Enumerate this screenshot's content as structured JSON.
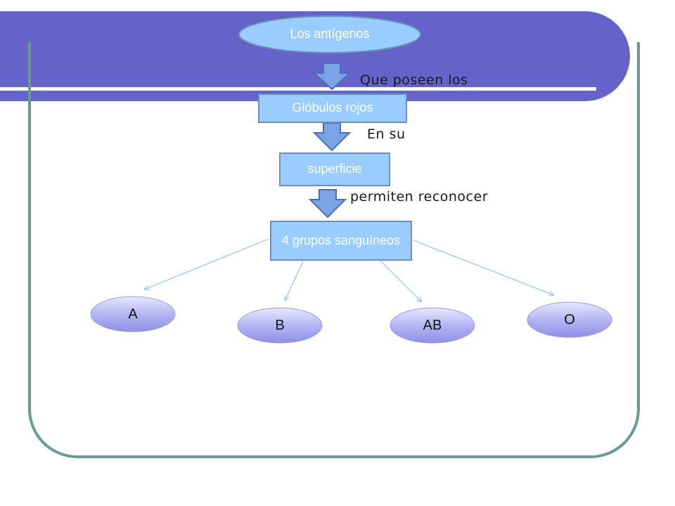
{
  "colors": {
    "header_band": "#6464c8",
    "frame_border": "#6a9a96",
    "box_fill": "#99ccff",
    "box_stroke": "#6f8fb8",
    "connector": "#8ec3ea"
  },
  "nodes": {
    "antigenos": "Los antígenos",
    "globulos": "Glóbulos rojos",
    "superficie": "superficie",
    "grupos": "4 grupos sanguíneos"
  },
  "edges": {
    "e1": "Que poseen los",
    "e2": "En su",
    "e3": "permiten reconocer"
  },
  "groups": [
    "A",
    "B",
    "AB",
    "O"
  ]
}
